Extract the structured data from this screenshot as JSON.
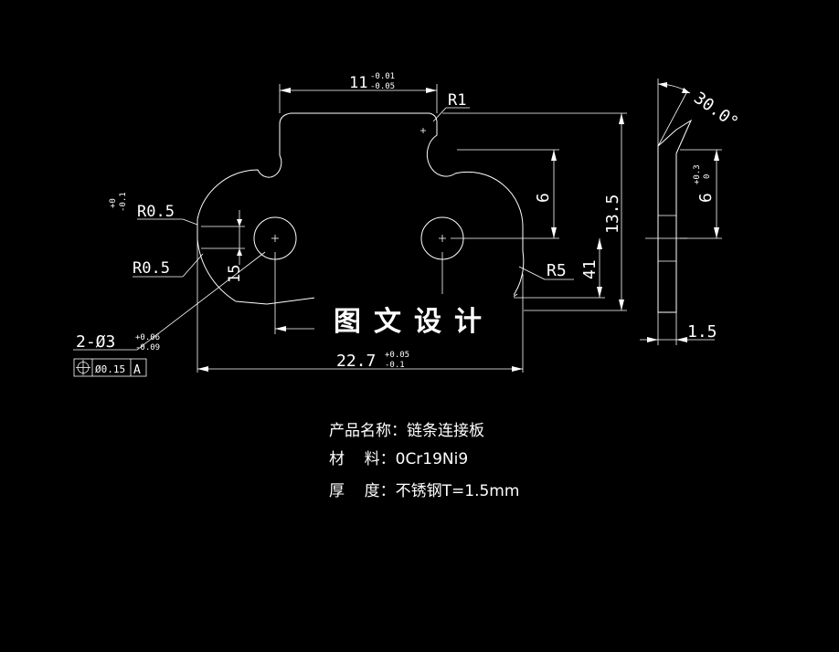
{
  "dimensions": {
    "width_top": "11",
    "width_top_tol_upper": "-0.01",
    "width_top_tol_lower": "-0.05",
    "r1": "R1",
    "r05_top": "R0.5",
    "r05_top_tol_upper": "+0",
    "r05_top_tol_lower": "-0.1",
    "r05_bottom": "R0.5",
    "r5": "R5",
    "hole_spec": "2-Ø3",
    "hole_tol_upper": "+0.06",
    "hole_tol_lower": "-0.09",
    "position_tol": "Ø0.15",
    "datum": "A",
    "dim_15": "15",
    "dim_6": "6",
    "dim_135": "13.5",
    "dim_41": "41",
    "width_total": "22.7",
    "width_total_tol_upper": "+0.05",
    "width_total_tol_lower": "-0.1",
    "angle": "30.0°",
    "side_height": "6",
    "side_height_tol_upper": "+0.3",
    "side_height_tol_lower": "0",
    "thickness": "1.5"
  },
  "watermark": "图文设计",
  "info": {
    "name_label": "产品名称：",
    "name_value": "链条连接板",
    "material_label": "材    料：",
    "material_value": "0Cr19Ni9",
    "thickness_label": "厚    度：",
    "thickness_value": "不锈钢T=1.5mm"
  },
  "colors": {
    "background": "#000000",
    "lines": "#ffffff"
  }
}
